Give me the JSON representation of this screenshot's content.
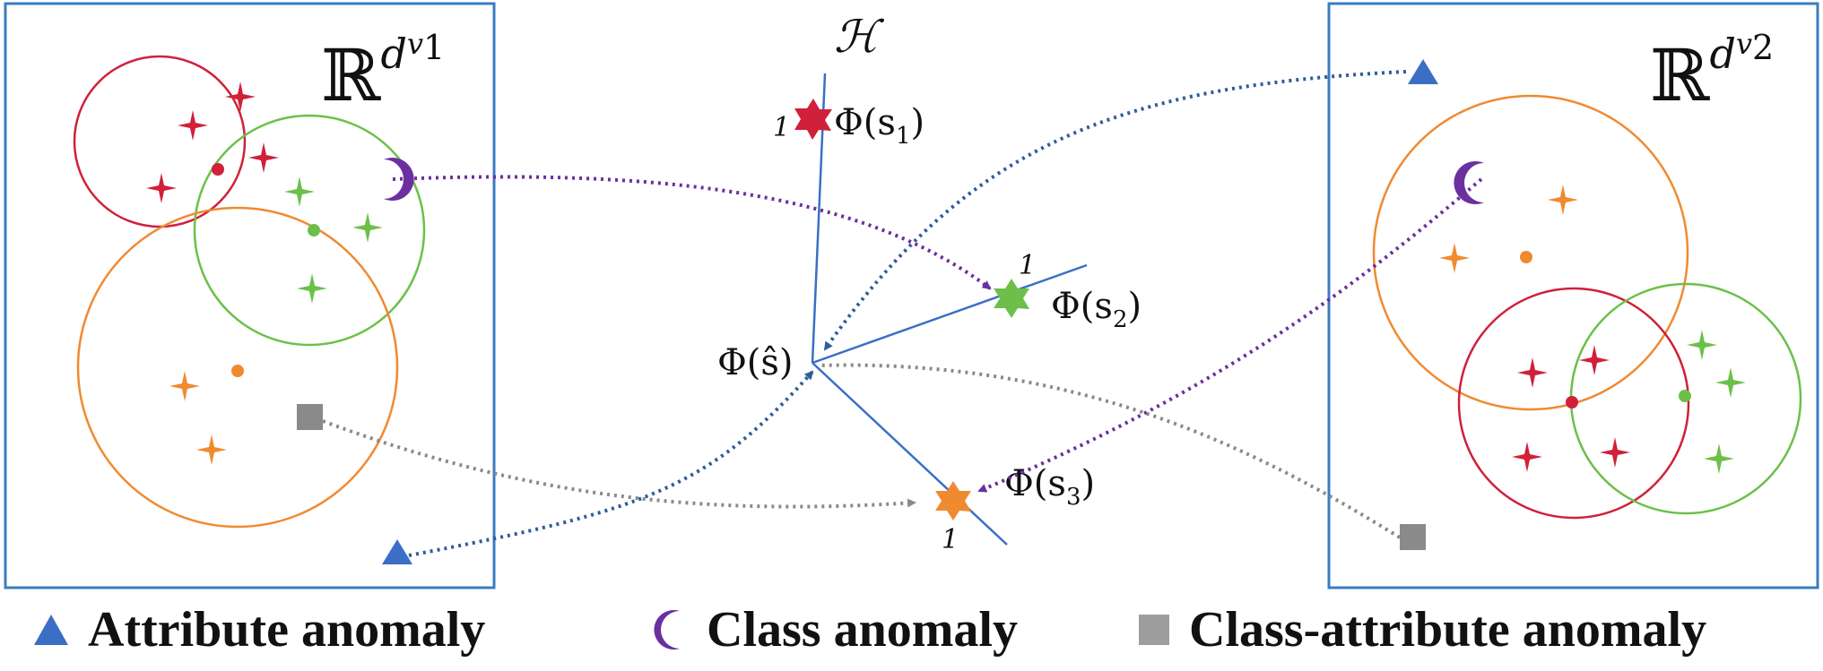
{
  "space_left": {
    "label_base": "ℝ",
    "label_sup": "d",
    "label_sup_v": "v",
    "label_sup_n": "1"
  },
  "space_right": {
    "label_base": "ℝ",
    "label_sup": "d",
    "label_sup_v": "v",
    "label_sup_n": "2"
  },
  "hilbert": {
    "label": "ℋ",
    "center_label": "Φ(ŝ)",
    "axes": [
      {
        "label": "Φ(s",
        "sub": "1",
        "close": ")",
        "unit": "1",
        "color": "#d0203a"
      },
      {
        "label": "Φ(s",
        "sub": "2",
        "close": ")",
        "unit": "1",
        "color": "#6cc04a"
      },
      {
        "label": "Φ(s",
        "sub": "3",
        "close": ")",
        "unit": "1",
        "color": "#f08a30"
      }
    ]
  },
  "colors": {
    "box_border": "#3a7cc2",
    "class_red": "#d0203a",
    "class_green": "#6cc04a",
    "class_orange": "#f08a30",
    "attribute_anomaly": "#3b6fc6",
    "class_anomaly": "#6b2fa0",
    "class_attribute_anomaly": "#8a8a8a",
    "axis_line": "#3a6fc6"
  },
  "legend": [
    {
      "icon": "triangle-icon",
      "label": "Attribute anomaly"
    },
    {
      "icon": "crescent-icon",
      "label": "Class anomaly"
    },
    {
      "icon": "square-icon",
      "label": "Class-attribute anomaly"
    }
  ]
}
